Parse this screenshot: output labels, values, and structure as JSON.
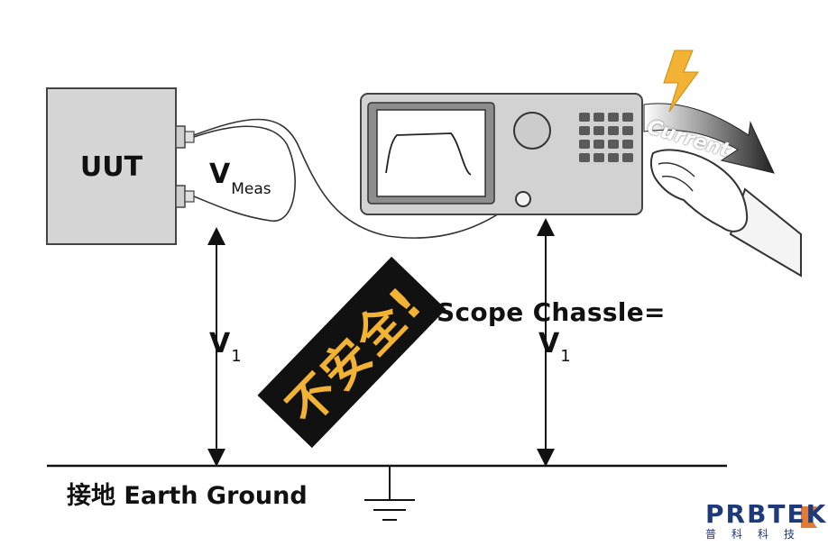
{
  "labels": {
    "uut": "UUT",
    "v_meas_main": "V",
    "v_meas_sub": "Meas",
    "v1_left_main": "V",
    "v1_left_sub": "1",
    "scope_chassis": "Scope Chassle=",
    "v1_right_main": "V",
    "v1_right_sub": "1",
    "ground": "接地 Earth Ground",
    "current": "Current"
  },
  "warning": {
    "text": "不安全!"
  },
  "logo": {
    "word": "PRBTEK",
    "subtitle": "普科科技"
  },
  "colors": {
    "warning_text": "#f2b233",
    "warning_bg": "#111111",
    "lightning": "#f2b233",
    "logo": "#1e3a78"
  }
}
